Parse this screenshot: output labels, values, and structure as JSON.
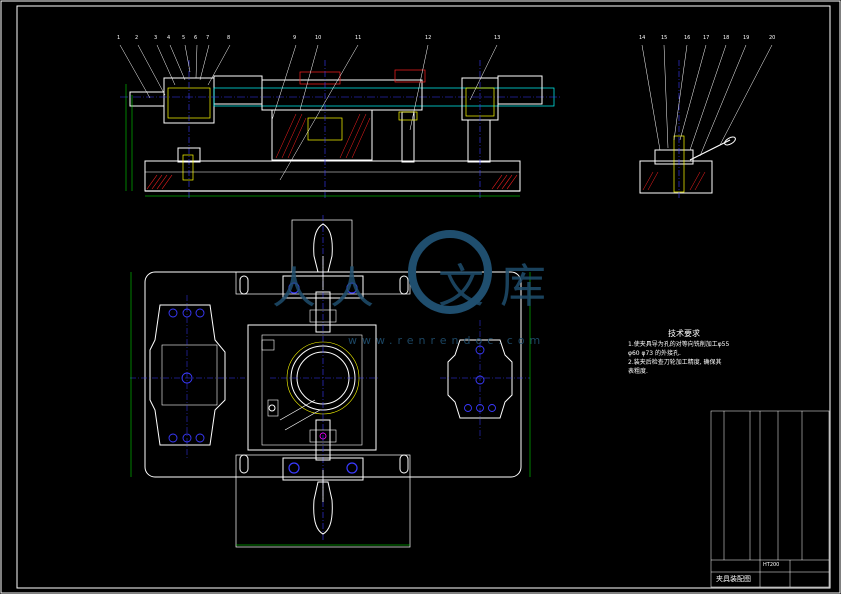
{
  "drawing": {
    "balloons_front": [
      "1",
      "2",
      "3",
      "4",
      "5",
      "6",
      "7",
      "8",
      "9",
      "10",
      "11",
      "12",
      "13"
    ],
    "balloons_side": [
      "14",
      "15",
      "16",
      "17",
      "18",
      "19",
      "20"
    ]
  },
  "tech_requirements": {
    "title": "技术要求",
    "lines": [
      "1.使夹具导为孔的对等向铣削加工φ55",
      "φ60  φ73 的外接孔.",
      "2.装夹后检查刀轮加工精度, 确保其",
      "表粗度."
    ]
  },
  "watermark": {
    "chars": [
      "人",
      "人",
      "文",
      "库"
    ],
    "sub": "www.renrendoc.com"
  },
  "title_block": {
    "drawing_title": "夹具装配图",
    "material": "HT200"
  },
  "colors": {
    "line_white": "#ffffff",
    "line_yellow": "#ffff00",
    "line_green": "#00ff00",
    "center_blue": "#3a3aff",
    "hatch_red": "#ff2020",
    "magenta": "#ff00ff",
    "cyan": "#00ffff",
    "watermark": "#1f4e6e"
  }
}
